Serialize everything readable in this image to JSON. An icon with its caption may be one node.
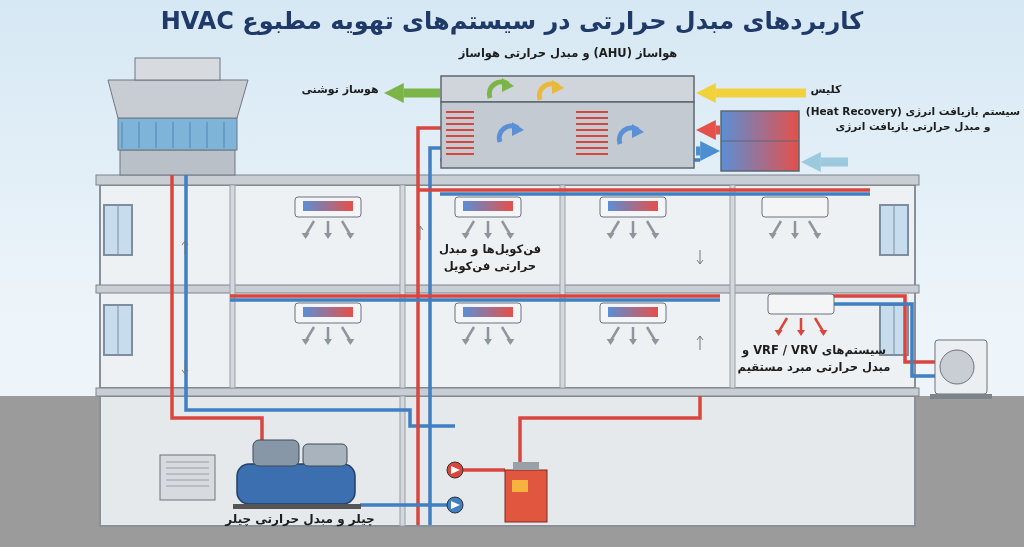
{
  "diagram": {
    "title": "کاربردهای مبدل حرارتی در سیستم‌های تهویه مطبوع HVAC",
    "nodes": [
      {
        "text": [
          "هواساز (AHU) و مبدل حرارتی هواساز"
        ]
      },
      {
        "text": [
          "هوساز توشنی"
        ]
      },
      {
        "text": [
          "کلیس"
        ]
      },
      {
        "text": [],
        "shape": "picture",
        "beside": [
          "سیستم بازیافت انرژی (Heat Recovery) و مبدل حرارتی بازیافت انرژی"
        ]
      },
      {
        "text": [
          "چیلر و مبدل حرارتی چیلر"
        ]
      }
    ],
    "edges": [
      {
        "from": 0,
        "to": 1,
        "arrow": "to",
        "color": "#7bb547"
      },
      {
        "from": 2,
        "to": 0,
        "arrow": "to",
        "color": "#f2d23c"
      },
      {
        "from": 3,
        "to": 0,
        "arrow": "to",
        "color": "#e4504a"
      },
      {
        "from": 0,
        "to": 3,
        "arrow": "to",
        "color": "#4a8fd0"
      },
      {
        "from": null,
        "to": 3,
        "arrow": "to",
        "color": "#9cc9de"
      }
    ],
    "labels": [
      "فن‌کویل‌ها و مبدل حرارتی فن‌کویل",
      "سیستم‌های VRF / VRV و مبدل حرارتی مبرد مستقیم"
    ]
  }
}
